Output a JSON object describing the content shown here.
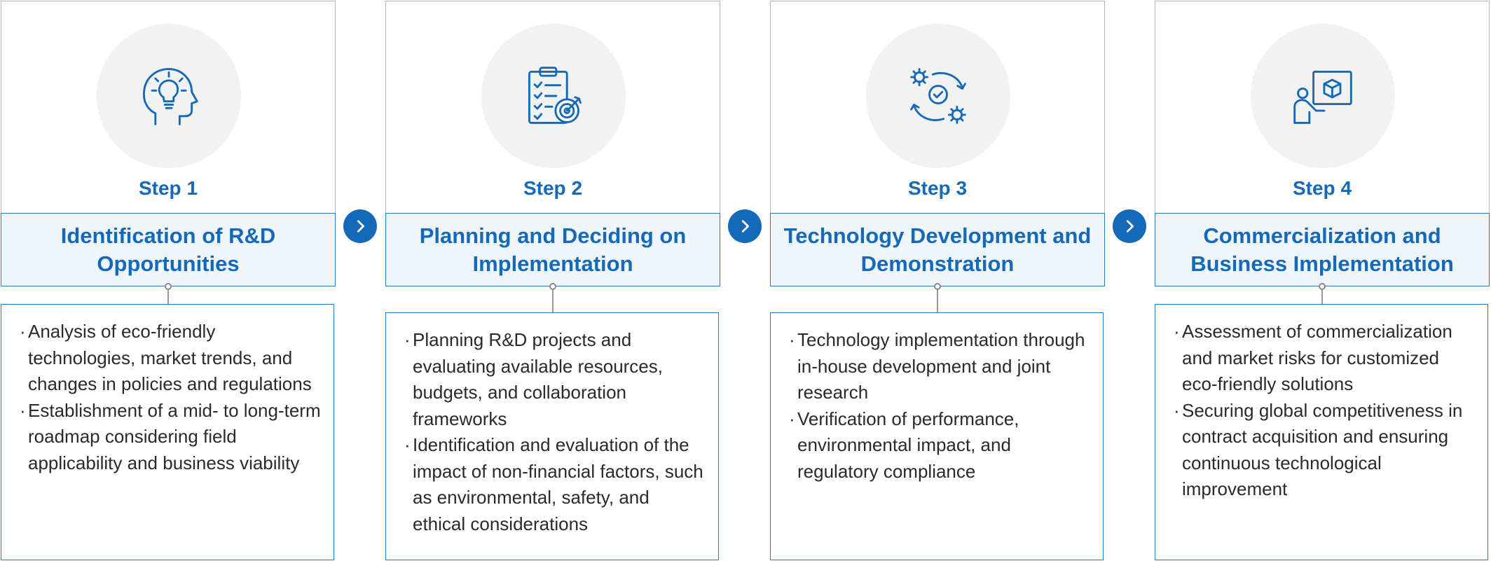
{
  "steps": [
    {
      "step_label": "Step 1",
      "icon": "head-lightbulb-icon",
      "title": "Identification of R&D Opportunities",
      "items": [
        "Analysis of eco-friendly technologies, market trends, and changes in policies and regulations",
        "Establishment of a mid- to long-term roadmap considering field applicability and business viability"
      ]
    },
    {
      "step_label": "Step 2",
      "icon": "clipboard-target-icon",
      "title": "Planning and Deciding on Implementation",
      "items": [
        "Planning R&D projects and evaluating available resources, budgets, and collaboration frameworks",
        "Identification and evaluation of the impact of non-financial factors, such as environmental, safety, and ethical considerations"
      ]
    },
    {
      "step_label": "Step 3",
      "icon": "gears-cycle-icon",
      "title": "Technology Development and Demonstration",
      "items": [
        "Technology implementation through in-house development and joint research",
        "Verification of performance, environmental impact, and regulatory compliance"
      ]
    },
    {
      "step_label": "Step 4",
      "icon": "presenter-board-icon",
      "title": "Commercialization and Business Implementation",
      "items": [
        "Assessment of commercialization and market risks for customized eco-friendly solutions",
        "Securing global competitiveness in contract acquisition and ensuring continuous technological improvement"
      ]
    }
  ],
  "arrows": [
    "chevron-right-icon",
    "chevron-right-icon",
    "chevron-right-icon"
  ],
  "colors": {
    "accent": "#1569b8",
    "band_background": "#eef6fc",
    "icon_circle": "#f2f2f2",
    "border_gray": "#b5b5b5",
    "text": "#2a2a2a"
  }
}
